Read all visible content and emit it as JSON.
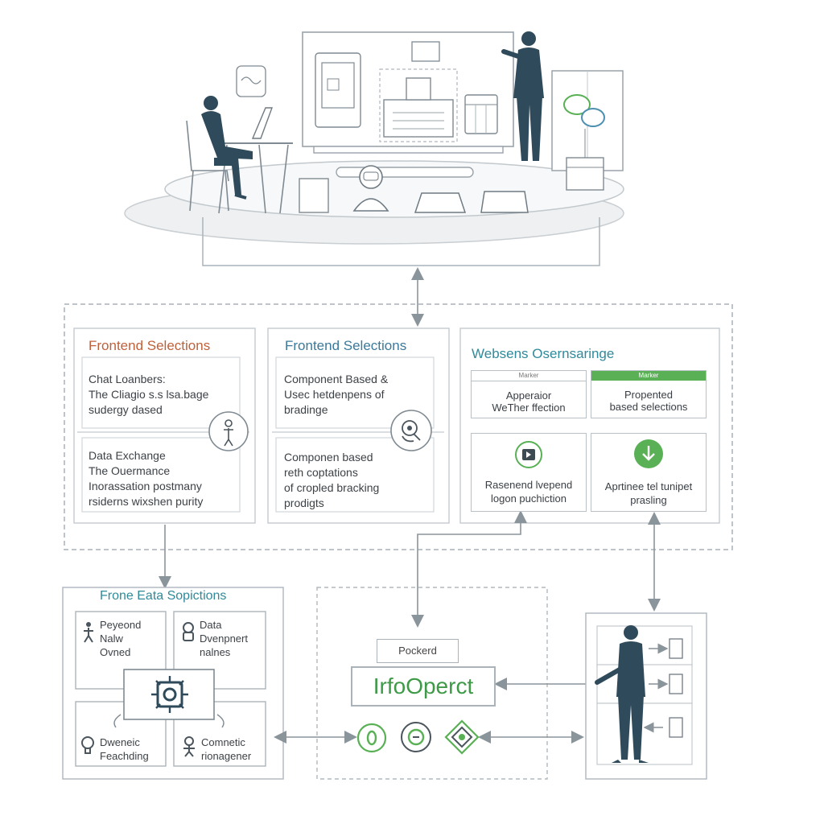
{
  "colors": {
    "line": "#b9c0c6",
    "dark_figure": "#2f4a5a",
    "green": "#59b055",
    "orange_title": "#c0603a",
    "blue_title": "#3a7a9a",
    "teal_title": "#2f8a9a"
  },
  "panels": [
    {
      "title": "Frontend Selections",
      "blocks": [
        [
          "Chat Loanbers:",
          "The Cliagio s.s lsa.bage",
          "sudergy dased"
        ],
        [
          "Data Exchange",
          "The Ouermance",
          "Inorassation postmany",
          "rsiderns wixshen purity"
        ]
      ],
      "icon": "person-icon"
    },
    {
      "title": "Frontend Selections",
      "blocks": [
        [
          "Component Based &",
          "Usec hetdenpens of",
          "bradinge"
        ],
        [
          "Componen based",
          "reth coptations",
          "of cropled bracking",
          "prodigts"
        ]
      ],
      "icon": "brain-gear-icon"
    },
    {
      "title": "Websens Osernsaringe",
      "cards": [
        {
          "tag": "Marker",
          "text": [
            "Apperaior",
            "WeTher ffection"
          ]
        },
        {
          "tag": "Marker",
          "text": [
            "Propented",
            "based selections"
          ]
        },
        {
          "text": [
            "Rasenend lvepend",
            "logon puchiction"
          ],
          "icon": "play-icon"
        },
        {
          "text": [
            "Aprtinee tel tunipet",
            "prasling"
          ],
          "icon": "download-icon"
        }
      ]
    }
  ],
  "bottom_left": {
    "title": "Frone Eata Sopictions",
    "cells": [
      [
        "Peyeond",
        "Nalw",
        "Ovned"
      ],
      [
        "Data",
        "Dvenpnert",
        "nalnes"
      ],
      [
        "Dweneic",
        "Feachding"
      ],
      [
        "Comnetic",
        "rionagener"
      ]
    ]
  },
  "bottom_center": {
    "small_button": "Pockerd",
    "main_button": "IrfoOperct"
  }
}
